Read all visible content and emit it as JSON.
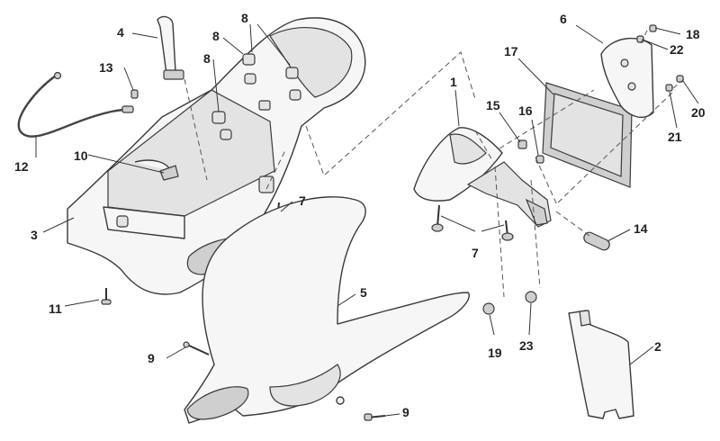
{
  "callouts": [
    {
      "id": "c1",
      "text": "1"
    },
    {
      "id": "c2",
      "text": "2"
    },
    {
      "id": "c3",
      "text": "3"
    },
    {
      "id": "c4",
      "text": "4"
    },
    {
      "id": "c5",
      "text": "5"
    },
    {
      "id": "c6",
      "text": "6"
    },
    {
      "id": "c7a",
      "text": "7"
    },
    {
      "id": "c7b",
      "text": "7"
    },
    {
      "id": "c8a",
      "text": "8"
    },
    {
      "id": "c8b",
      "text": "8"
    },
    {
      "id": "c8c",
      "text": "8"
    },
    {
      "id": "c9a",
      "text": "9"
    },
    {
      "id": "c9b",
      "text": "9"
    },
    {
      "id": "c10",
      "text": "10"
    },
    {
      "id": "c11",
      "text": "11"
    },
    {
      "id": "c12",
      "text": "12"
    },
    {
      "id": "c13",
      "text": "13"
    },
    {
      "id": "c14",
      "text": "14"
    },
    {
      "id": "c15",
      "text": "15"
    },
    {
      "id": "c16",
      "text": "16"
    },
    {
      "id": "c17",
      "text": "17"
    },
    {
      "id": "c18",
      "text": "18"
    },
    {
      "id": "c19",
      "text": "19"
    },
    {
      "id": "c20",
      "text": "20"
    },
    {
      "id": "c21",
      "text": "21"
    },
    {
      "id": "c22",
      "text": "22"
    },
    {
      "id": "c23",
      "text": "23"
    }
  ]
}
